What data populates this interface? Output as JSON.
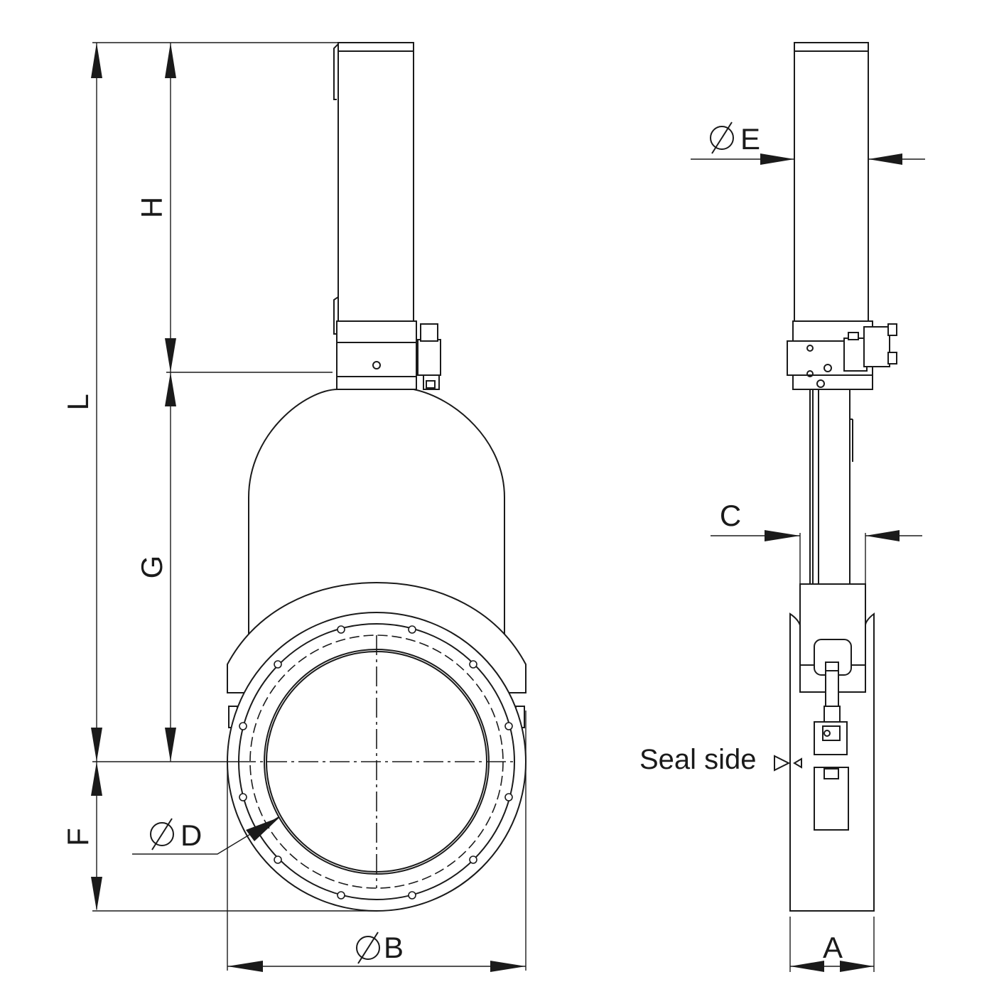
{
  "labels": {
    "L": "L",
    "H": "H",
    "G": "G",
    "F": "F",
    "A": "A",
    "C": "C",
    "phi_E": "E",
    "phi_B": "B",
    "phi_D": "D",
    "seal_side": "Seal side"
  },
  "colors": {
    "line": "#1a1a1a",
    "background": "#ffffff"
  },
  "icons": {
    "diameter": "diameter-symbol",
    "seal": "seal-side-triangle-icon"
  }
}
